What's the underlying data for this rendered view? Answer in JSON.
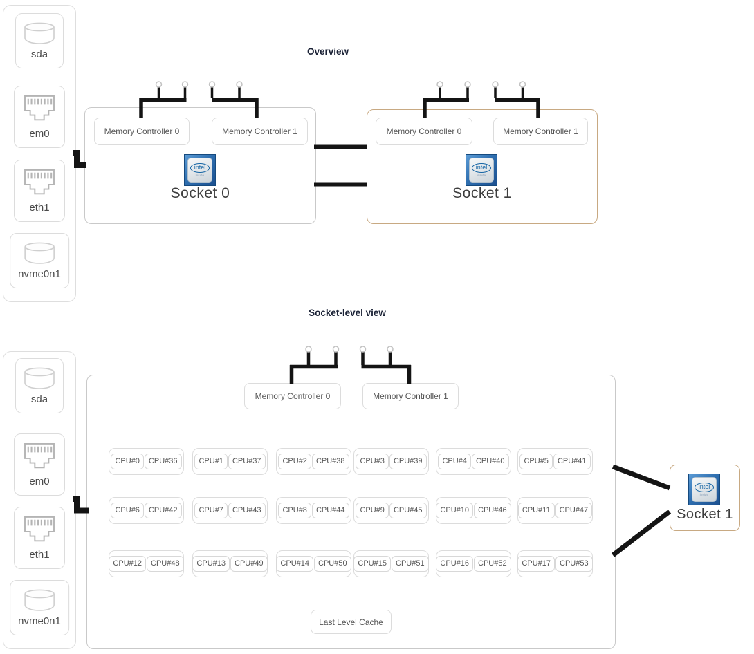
{
  "titles": {
    "overview": "Overview",
    "socket_view": "Socket-level view"
  },
  "chip": {
    "brand": "intel",
    "sub": "inside"
  },
  "devices": [
    {
      "label": "sda",
      "icon": "disk-icon"
    },
    {
      "label": "em0",
      "icon": "ethernet-icon"
    },
    {
      "label": "eth1",
      "icon": "ethernet-icon"
    },
    {
      "label": "nvme0n1",
      "icon": "disk-icon"
    }
  ],
  "overview": {
    "sockets": [
      {
        "label": "Socket 0",
        "memory_controllers": [
          "Memory Controller 0",
          "Memory Controller 1"
        ]
      },
      {
        "label": "Socket 1",
        "memory_controllers": [
          "Memory Controller 0",
          "Memory Controller 1"
        ]
      }
    ],
    "interconnect_links": 2,
    "memory_pins_per_controller": 2
  },
  "socket_view": {
    "memory_controllers": [
      "Memory Controller 0",
      "Memory Controller 1"
    ],
    "cores": [
      {
        "cpus": [
          "CPU#0",
          "CPU#36"
        ]
      },
      {
        "cpus": [
          "CPU#1",
          "CPU#37"
        ]
      },
      {
        "cpus": [
          "CPU#2",
          "CPU#38"
        ]
      },
      {
        "cpus": [
          "CPU#3",
          "CPU#39"
        ]
      },
      {
        "cpus": [
          "CPU#4",
          "CPU#40"
        ]
      },
      {
        "cpus": [
          "CPU#5",
          "CPU#41"
        ]
      },
      {
        "cpus": [
          "CPU#6",
          "CPU#42"
        ]
      },
      {
        "cpus": [
          "CPU#7",
          "CPU#43"
        ]
      },
      {
        "cpus": [
          "CPU#8",
          "CPU#44"
        ]
      },
      {
        "cpus": [
          "CPU#9",
          "CPU#45"
        ]
      },
      {
        "cpus": [
          "CPU#10",
          "CPU#46"
        ]
      },
      {
        "cpus": [
          "CPU#11",
          "CPU#47"
        ]
      },
      {
        "cpus": [
          "CPU#12",
          "CPU#48"
        ]
      },
      {
        "cpus": [
          "CPU#13",
          "CPU#49"
        ]
      },
      {
        "cpus": [
          "CPU#14",
          "CPU#50"
        ]
      },
      {
        "cpus": [
          "CPU#15",
          "CPU#51"
        ]
      },
      {
        "cpus": [
          "CPU#16",
          "CPU#52"
        ]
      },
      {
        "cpus": [
          "CPU#17",
          "CPU#53"
        ]
      }
    ],
    "last_level_cache": "Last Level Cache",
    "remote_socket": {
      "label": "Socket 1"
    }
  },
  "colors": {
    "highlight_tan_border": "#c8a982",
    "box_border_gray": "#c9c9c9",
    "inner_border_gray": "#dcdcdc",
    "link_black": "#141414",
    "chip_blue": "#2f6fb0"
  }
}
